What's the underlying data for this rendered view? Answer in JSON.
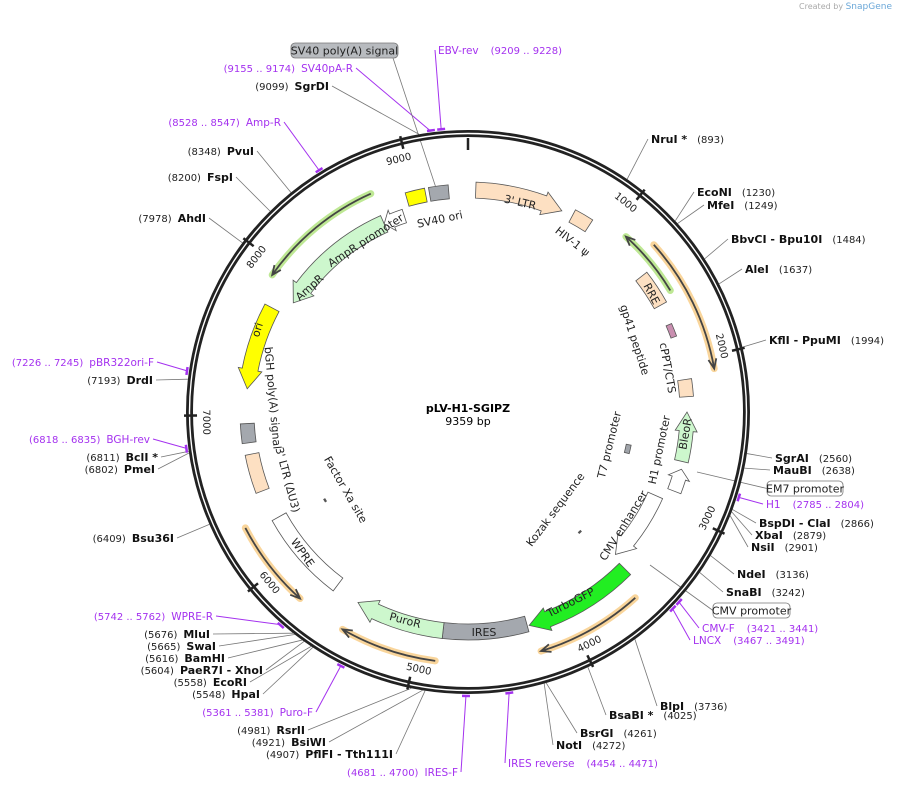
{
  "branding": {
    "created_by": "Created by",
    "product": "SnapGene"
  },
  "plasmid": {
    "name": "pLV-H1-SGIPZ",
    "length": "9359 bp"
  },
  "ticks": [
    "1000",
    "2000",
    "3000",
    "4000",
    "5000",
    "6000",
    "7000",
    "8000",
    "9000"
  ],
  "features": [
    {
      "name": "3' LTR",
      "color": "#fde0c2"
    },
    {
      "name": "HIV-1 ψ",
      "color": "#fde0c2"
    },
    {
      "name": "RRE",
      "color": "#fde0c2"
    },
    {
      "name": "gp41 peptide",
      "color": "#c98fb0"
    },
    {
      "name": "cPPT/CTS",
      "color": "#fde0c2"
    },
    {
      "name": "BleoR",
      "color": "#cdf7cd"
    },
    {
      "name": "H1 promoter",
      "color": "#ffffff"
    },
    {
      "name": "T7 promoter",
      "color": "#a0a4aa"
    },
    {
      "name": "CMV enhancer",
      "color": "#ffffff"
    },
    {
      "name": "Kozak sequence",
      "color": "#555555"
    },
    {
      "name": "TurboGFP",
      "color": "#22ee22"
    },
    {
      "name": "IRES",
      "color": "#a4a8ae"
    },
    {
      "name": "PuroR",
      "color": "#cdf7cd"
    },
    {
      "name": "WPRE",
      "color": "#ffffff"
    },
    {
      "name": "Factor Xa site",
      "color": "#555555"
    },
    {
      "name": "3' LTR (ΔU3)",
      "color": "#fde0c2"
    },
    {
      "name": "bGH poly(A) signal",
      "color": "#a4a8ae"
    },
    {
      "name": "ori",
      "color": "#ffff00"
    },
    {
      "name": "AmpR",
      "color": "#cdf7cd"
    },
    {
      "name": "AmpR promoter",
      "color": "#ffffff"
    },
    {
      "name": "SV40 ori",
      "color": "#ffff00"
    },
    {
      "name": "SV40 poly(A) signal",
      "color": "#a4a8ae"
    }
  ],
  "boxed_labels": [
    {
      "name": "SV40 poly(A) signal",
      "fill": "#b8bbbf"
    },
    {
      "name": "EM7 promoter",
      "fill": "#ffffff"
    },
    {
      "name": "CMV promoter",
      "fill": "#ffffff"
    }
  ],
  "enzymes": [
    {
      "name": "NruI *",
      "pos": "(893)",
      "bp": 893
    },
    {
      "name": "EcoNI",
      "pos": "(1230)",
      "bp": 1230
    },
    {
      "name": "MfeI",
      "pos": "(1249)",
      "bp": 1249
    },
    {
      "name": "BbvCI  - Bpu10I",
      "pos": "(1484)",
      "bp": 1484
    },
    {
      "name": "AleI",
      "pos": "(1637)",
      "bp": 1637
    },
    {
      "name": "KflI  - PpuMI",
      "pos": "(1994)",
      "bp": 1994
    },
    {
      "name": "SgrAI",
      "pos": "(2560)",
      "bp": 2560
    },
    {
      "name": "MauBI",
      "pos": "(2638)",
      "bp": 2638
    },
    {
      "name": "BspDI  - ClaI",
      "pos": "(2866)",
      "bp": 2866
    },
    {
      "name": "XbaI",
      "pos": "(2879)",
      "bp": 2879
    },
    {
      "name": "NsiI",
      "pos": "(2901)",
      "bp": 2901
    },
    {
      "name": "NdeI",
      "pos": "(3136)",
      "bp": 3136
    },
    {
      "name": "SnaBI",
      "pos": "(3242)",
      "bp": 3242
    },
    {
      "name": "BlpI",
      "pos": "(3736)",
      "bp": 3736
    },
    {
      "name": "BsaBI *",
      "pos": "(4025)",
      "bp": 4025
    },
    {
      "name": "BsrGI",
      "pos": "(4261)",
      "bp": 4261
    },
    {
      "name": "NotI",
      "pos": "(4272)",
      "bp": 4272
    },
    {
      "name": "PflFI  - Tth111I",
      "pos": "(4907)",
      "bp": 4907
    },
    {
      "name": "BsiWI",
      "pos": "(4921)",
      "bp": 4921
    },
    {
      "name": "RsrII",
      "pos": "(4981)",
      "bp": 4981
    },
    {
      "name": "HpaI",
      "pos": "(5548)",
      "bp": 5548
    },
    {
      "name": "EcoRI",
      "pos": "(5558)",
      "bp": 5558
    },
    {
      "name": "PaeR7I  - XhoI",
      "pos": "(5604)",
      "bp": 5604
    },
    {
      "name": "BamHI",
      "pos": "(5616)",
      "bp": 5616
    },
    {
      "name": "SwaI",
      "pos": "(5665)",
      "bp": 5665
    },
    {
      "name": "MluI",
      "pos": "(5676)",
      "bp": 5676
    },
    {
      "name": "Bsu36I",
      "pos": "(6409)",
      "bp": 6409
    },
    {
      "name": "PmeI",
      "pos": "(6802)",
      "bp": 6802
    },
    {
      "name": "BclI *",
      "pos": "(6811)",
      "bp": 6811
    },
    {
      "name": "DrdI",
      "pos": "(7193)",
      "bp": 7193
    },
    {
      "name": "AhdI",
      "pos": "(7978)",
      "bp": 7978
    },
    {
      "name": "FspI",
      "pos": "(8200)",
      "bp": 8200
    },
    {
      "name": "PvuI",
      "pos": "(8348)",
      "bp": 8348
    },
    {
      "name": "SgrDI",
      "pos": "(9099)",
      "bp": 9099
    }
  ],
  "primers": [
    {
      "name": "H1",
      "range": "(2785 .. 2804)",
      "bp": 2795
    },
    {
      "name": "CMV-F",
      "range": "(3421 .. 3441)",
      "bp": 3431
    },
    {
      "name": "LNCX",
      "range": "(3467 .. 3491)",
      "bp": 3479
    },
    {
      "name": "IRES reverse",
      "range": "(4454 .. 4471)",
      "bp": 4462
    },
    {
      "name": "EBV-rev",
      "range": "(9209 .. 9228)",
      "bp": 9218
    },
    {
      "name": "IRES-F",
      "range": "(4681 .. 4700)",
      "bp": 4690
    },
    {
      "name": "Puro-F",
      "range": "(5361 .. 5381)",
      "bp": 5371
    },
    {
      "name": "WPRE-R",
      "range": "(5742 .. 5762)",
      "bp": 5752
    },
    {
      "name": "BGH-rev",
      "range": "(6818 .. 6835)",
      "bp": 6826
    },
    {
      "name": "pBR322ori-F",
      "range": "(7226 .. 7245)",
      "bp": 7235
    },
    {
      "name": "Amp-R",
      "range": "(8528 .. 8547)",
      "bp": 8537
    },
    {
      "name": "SV40pA-R",
      "range": "(9155 .. 9174)",
      "bp": 9164
    }
  ]
}
